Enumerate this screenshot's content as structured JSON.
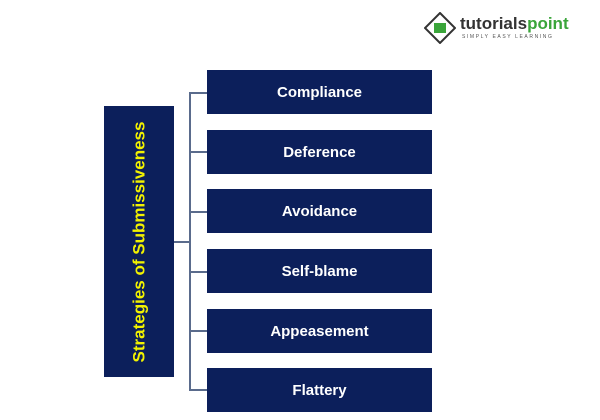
{
  "logo": {
    "text_a": "tutorials",
    "text_b": "point",
    "tagline": "SIMPLY EASY LEARNING"
  },
  "diagram": {
    "root": "Strategies of Submissiveness",
    "items": [
      "Compliance",
      "Deference",
      "Avoidance",
      "Self-blame",
      "Appeasement",
      "Flattery"
    ]
  },
  "colors": {
    "box": "#0c1f5b",
    "root_text": "#f2f200",
    "item_text": "#ffffff"
  }
}
